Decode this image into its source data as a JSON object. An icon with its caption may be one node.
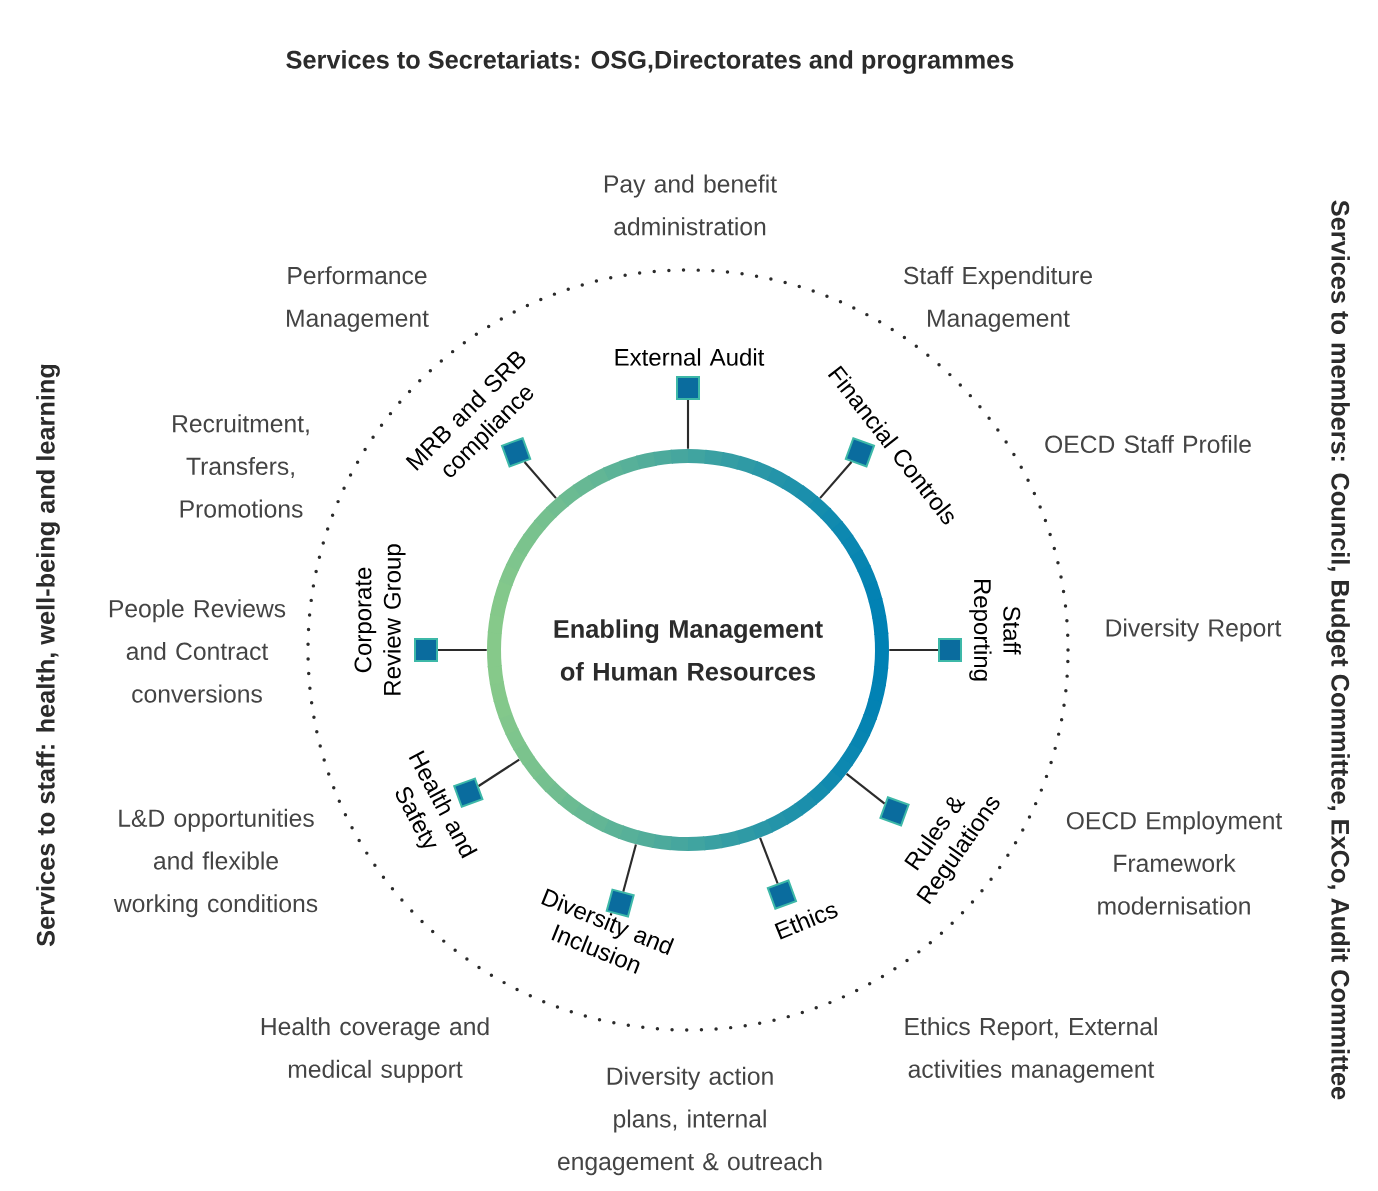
{
  "diagram": {
    "nodes": [
      {
        "text": [
          "Enabling Management of Human Resources"
        ]
      },
      {
        "text": [],
        "shape": "box",
        "beside": [
          "External Audit"
        ]
      },
      {
        "text": [],
        "shape": "box",
        "beside": [
          "Financial Controls"
        ]
      },
      {
        "text": [],
        "shape": "box",
        "beside": [
          "Staff Reporting"
        ]
      },
      {
        "text": [],
        "shape": "box",
        "beside": [
          "Rules & Regulations"
        ]
      },
      {
        "text": [],
        "shape": "box",
        "beside": [
          "Ethics"
        ]
      },
      {
        "text": [],
        "shape": "box",
        "beside": [
          "Diversity and Inclusion"
        ]
      },
      {
        "text": [],
        "shape": "box",
        "beside": [
          "Health and Safety"
        ]
      },
      {
        "text": [],
        "shape": "box",
        "beside": [
          "Corporate Review Group"
        ]
      },
      {
        "text": [],
        "shape": "box",
        "beside": [
          "MRB and SRB compliance"
        ]
      }
    ],
    "edges": [
      {
        "from": 0,
        "to": 1,
        "arrow": "none"
      },
      {
        "from": 0,
        "to": 2,
        "arrow": "none"
      },
      {
        "from": 0,
        "to": 3,
        "arrow": "none"
      },
      {
        "from": 0,
        "to": 4,
        "arrow": "none"
      },
      {
        "from": 0,
        "to": 5,
        "arrow": "none"
      },
      {
        "from": 0,
        "to": 6,
        "arrow": "none"
      },
      {
        "from": 0,
        "to": 7,
        "arrow": "none"
      },
      {
        "from": 0,
        "to": 8,
        "arrow": "none"
      },
      {
        "from": 0,
        "to": 9,
        "arrow": "none"
      }
    ],
    "labels": [
      "Services to Secretariats: OSG,Directorates and programmes",
      "Pay and benefit administration",
      "Performance Management",
      "Staff Expenditure Management",
      "Services to staff: health, well-being and learning",
      "Services to members: Council, Budget Committee, ExCo, Audit Committee",
      "Recruitment, Transfers, Promotions",
      "OECD Staff Profile",
      "People Reviews and Contract conversions",
      "Diversity Report",
      "L&D opportunities and flexible working conditions",
      "OECD Employment Framework modernisation",
      "Health coverage and medical support",
      "Ethics Report, External activities management",
      "Diversity action plans, internal engagement & outreach"
    ]
  }
}
